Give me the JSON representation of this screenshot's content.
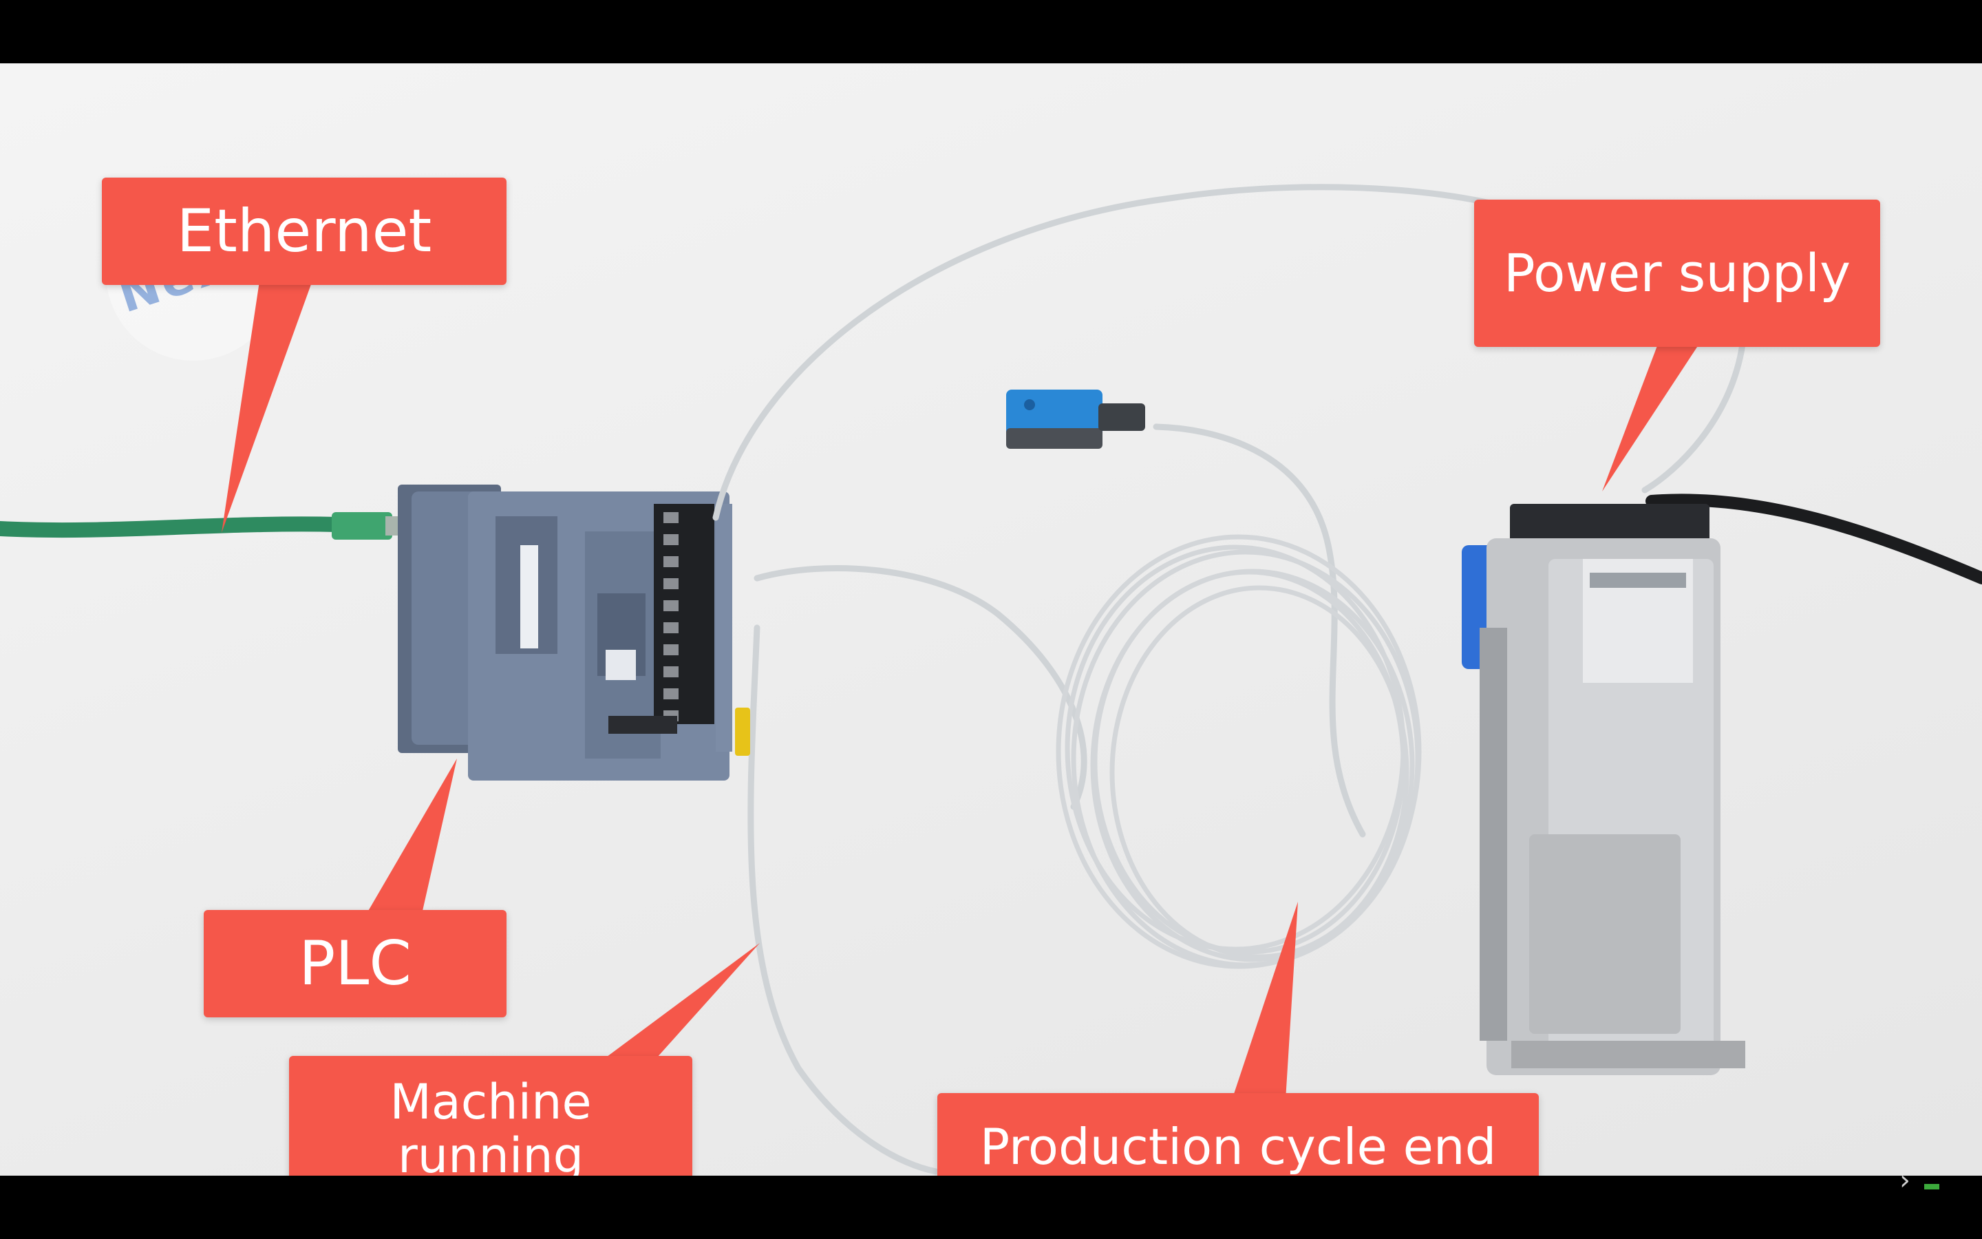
{
  "labels": {
    "ethernet": "Ethernet",
    "power_supply": "Power supply",
    "plc": "PLC",
    "machine_running": [
      "Machine",
      "running"
    ],
    "production_cycle_end": "Production cycle end"
  },
  "watermark": "NeXT",
  "colors": {
    "callout": "#f5574a",
    "ethernet_cable": "#2e8b60",
    "plc_body": "#6f7f99",
    "sensor": "#2a88d6",
    "power_supply_body": "#c4c6c9",
    "power_supply_accent": "#2f6fd6",
    "signal_cable": "#cfd3d6"
  },
  "icons": [
    "player-forward-icon"
  ]
}
